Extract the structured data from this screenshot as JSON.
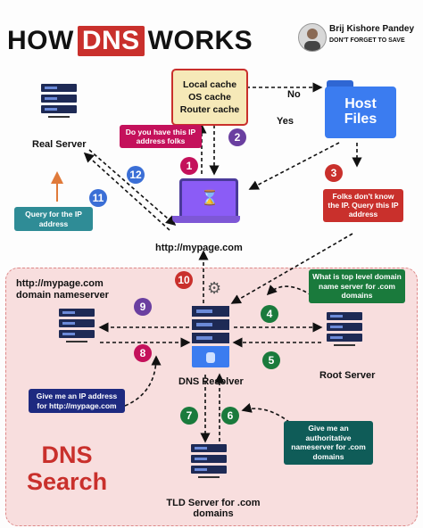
{
  "header": {
    "title_how": "HOW",
    "title_dns": "DNS",
    "title_works": "WORKS",
    "author_name": "Brij Kishore Pandey",
    "author_tagline": "DON'T FORGET TO SAVE"
  },
  "nodes": {
    "cache_lines": [
      "Local cache",
      "OS cache",
      "Router cache"
    ],
    "host_files_line1": "Host",
    "host_files_line2": "Files",
    "real_server": "Real Server",
    "client_url": "http://mypage.com",
    "domain_ns_line1": "http://mypage.com",
    "domain_ns_line2": "domain nameserver",
    "dns_resolver": "DNS Resolver",
    "root_server": "Root Server",
    "tld_server_line1": "TLD Server for .com",
    "tld_server_line2": "domains",
    "dns_search_line1": "DNS",
    "dns_search_line2": "Search"
  },
  "edge_labels": {
    "no": "No",
    "yes": "Yes"
  },
  "callouts": {
    "do_you_have": "Do you have this IP address folks",
    "folks_dont_know": "Folks don't know the IP. Query this IP address",
    "query_for_ip": "Query for the IP address",
    "top_level_ns": "What is top level domain name server for .com domains",
    "give_me_ip": "Give me an IP address for http://mypage.com",
    "give_authoritative": "Give me an authoritative nameserver for .com domains"
  },
  "steps": [
    "1",
    "2",
    "3",
    "4",
    "5",
    "6",
    "7",
    "8",
    "9",
    "10",
    "11",
    "12"
  ],
  "colors": {
    "brand_red": "#c9302c",
    "step_pink": "#c4115b",
    "step_purple": "#6a3fa0",
    "step_green": "#1a7a3c",
    "step_blue": "#3b6fd6",
    "panel_pink": "#f8dede"
  }
}
